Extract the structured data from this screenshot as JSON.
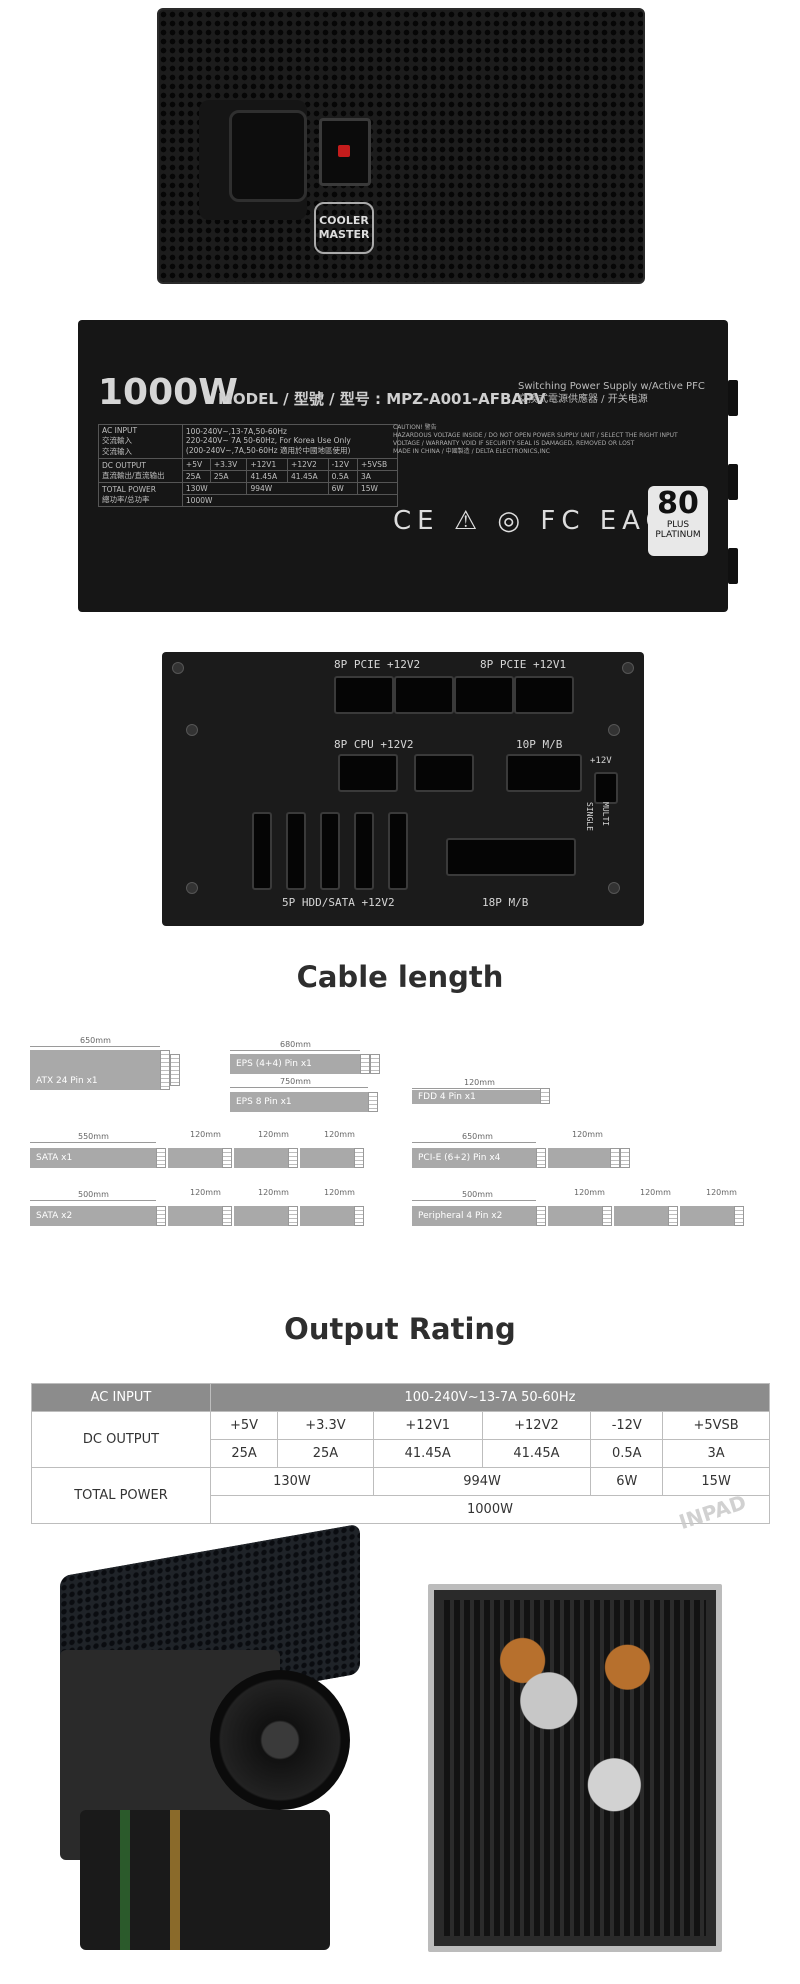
{
  "psu_label": {
    "wattage": "1000W",
    "model_line": "MODEL / 型號 / 型号 : MPZ-A001-AFBAPV",
    "type_line": "Switching Power Supply w/Active PFC",
    "type_line_cn": "交換式電源供應器 / 开关电源",
    "brand_logo_text": "COOLER MASTER",
    "cert_badge_number": "80",
    "cert_badge_plus": "PLUS",
    "cert_badge_level": "PLATINUM",
    "caution_title": "CAUTION! 警告",
    "caution_text": "HAZARDOUS VOLTAGE INSIDE / DO NOT OPEN POWER SUPPLY UNIT / SELECT THE RIGHT INPUT VOLTAGE / WARRANTY VOID IF SECURITY SEAL IS DAMAGED, REMOVED OR LOST",
    "maker": "MADE IN CHINA / 中國製造 / DELTA ELECTRONICS,INC",
    "mini_table": {
      "ac_input_label": "AC INPUT",
      "ac_input_cn1": "交流輸入",
      "ac_input_cn2": "交流输入",
      "ac_input_val": "100-240V~,13-7A,50-60Hz",
      "ac_input_val2": "220-240V~ 7A 50-60Hz, For Korea Use Only",
      "ac_input_val3": "(200-240V~,7A,50-60Hz 適用於中國地區使用)",
      "dc_output_label": "DC OUTPUT",
      "dc_output_cn": "直流輸出/直流输出",
      "rails": [
        "+5V",
        "+3.3V",
        "+12V1",
        "+12V2",
        "-12V",
        "+5VSB"
      ],
      "amps": [
        "25A",
        "25A",
        "41.45A",
        "41.45A",
        "0.5A",
        "3A"
      ],
      "total_power_label": "TOTAL POWER",
      "total_power_cn": "總功率/总功率",
      "power_groups": [
        "130W",
        "994W",
        "6W",
        "15W"
      ],
      "total": "1000W"
    }
  },
  "modular_panel": {
    "labels": [
      "8P PCIE +12V2",
      "8P PCIE +12V1",
      "8P CPU +12V2",
      "10P M/B",
      "+12V",
      "MULTI",
      "SINGLE",
      "5P HDD/SATA +12V2",
      "18P M/B"
    ]
  },
  "cable_section": {
    "heading": "Cable length",
    "cables": [
      {
        "name": "ATX 24 Pin x1",
        "length": "650mm"
      },
      {
        "name": "EPS (4+4) Pin x1",
        "length": "680mm"
      },
      {
        "name": "EPS 8 Pin x1",
        "length": "750mm"
      },
      {
        "name": "FDD 4 Pin x1",
        "length": "120mm"
      },
      {
        "name": "SATA x1",
        "length": "550mm",
        "segments": [
          "120mm",
          "120mm",
          "120mm"
        ]
      },
      {
        "name": "PCI-E (6+2) Pin x4",
        "length": "650mm",
        "segments": [
          "120mm"
        ]
      },
      {
        "name": "SATA x2",
        "length": "500mm",
        "segments": [
          "120mm",
          "120mm",
          "120mm"
        ]
      },
      {
        "name": "Peripheral 4 Pin x2",
        "length": "500mm",
        "segments": [
          "120mm",
          "120mm",
          "120mm"
        ]
      }
    ]
  },
  "output_section": {
    "heading": "Output Rating",
    "ac_input_label": "AC INPUT",
    "ac_input_value": "100-240V~13-7A 50-60Hz",
    "dc_output_label": "DC OUTPUT",
    "rails": [
      "+5V",
      "+3.3V",
      "+12V1",
      "+12V2",
      "-12V",
      "+5VSB"
    ],
    "amps": [
      "25A",
      "25A",
      "41.45A",
      "41.45A",
      "0.5A",
      "3A"
    ],
    "total_power_label": "TOTAL POWER",
    "power_groups": [
      "130W",
      "994W",
      "6W",
      "15W"
    ],
    "total": "1000W"
  },
  "watermark": "INPAD"
}
